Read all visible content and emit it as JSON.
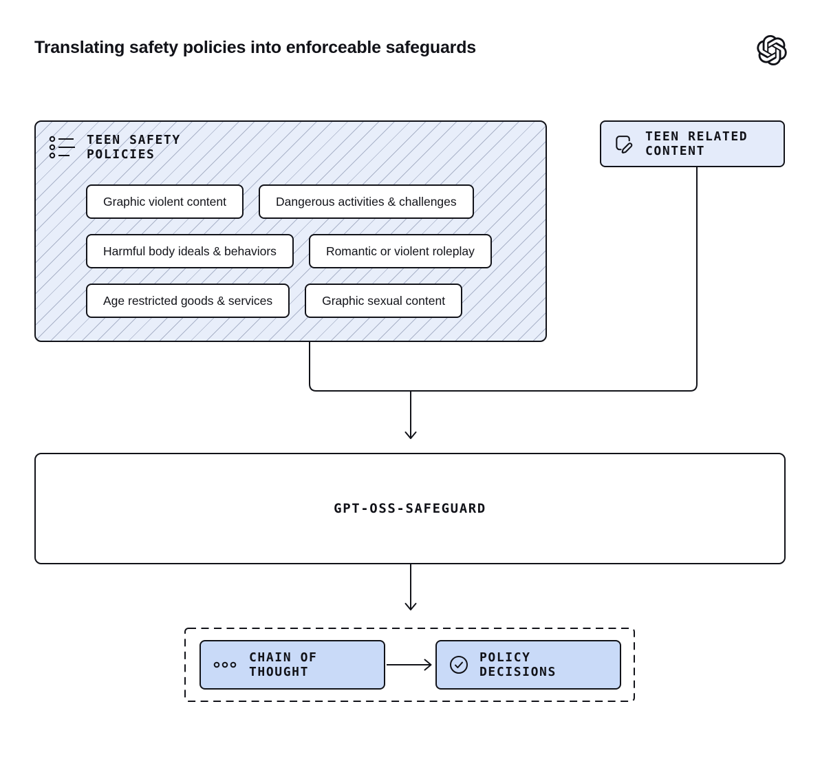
{
  "title": "Translating safety policies into enforceable safeguards",
  "brand": {
    "logo_icon": "openai-logo"
  },
  "colors": {
    "ink": "#111218",
    "hatch_bg": "#e8eefa",
    "hatch_line": "#a9b2c8",
    "panel_blue": "#e4ebfa",
    "accent_blue": "#c9daf8",
    "surface": "#ffffff"
  },
  "policies_panel": {
    "heading": {
      "icon": "list-icon",
      "line1": "TEEN SAFETY",
      "line2": "POLICIES"
    },
    "chip_rows": [
      [
        "Graphic violent content",
        "Dangerous activities & challenges"
      ],
      [
        "Harmful body ideals & behaviors",
        "Romantic or violent roleplay"
      ],
      [
        "Age restricted goods & services",
        "Graphic sexual content"
      ]
    ]
  },
  "content_box": {
    "icon": "note-pencil-icon",
    "line1": "TEEN RELATED",
    "line2": "CONTENT"
  },
  "model_box": {
    "label": "GPT-OSS-SAFEGUARD"
  },
  "output_group": {
    "chain_box": {
      "icon": "ellipsis-icon",
      "line1": "CHAIN OF",
      "line2": "THOUGHT"
    },
    "decisions_box": {
      "icon": "check-circle-icon",
      "line1": "POLICY",
      "line2": "DECISIONS"
    }
  }
}
